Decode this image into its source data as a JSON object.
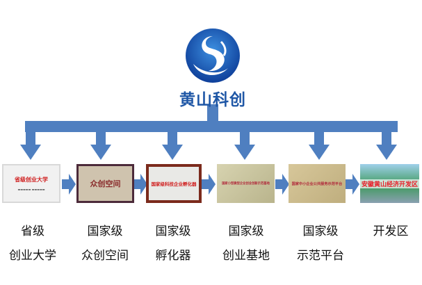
{
  "brand": {
    "name": "黄山科创"
  },
  "plaques": [
    {
      "text": "省级创业大学"
    },
    {
      "text": "众创空间"
    },
    {
      "text": "国家级科技企业孵化器"
    },
    {
      "text": "国家小型微型企业创业创新示范基地"
    },
    {
      "text": "国家中小企业公共服务示范平台"
    },
    {
      "text": "安徽黄山经济开发区"
    }
  ],
  "labels": [
    {
      "line1": "省级",
      "line2": "创业大学"
    },
    {
      "line1": "国家级",
      "line2": "众创空间"
    },
    {
      "line1": "国家级",
      "line2": "孵化器"
    },
    {
      "line1": "国家级",
      "line2": "创业基地"
    },
    {
      "line1": "国家级",
      "line2": "示范平台"
    },
    {
      "line1": "开发区",
      "line2": ""
    }
  ],
  "colors": {
    "arrow": "#4f7fc0",
    "brand": "#1f57a6"
  }
}
